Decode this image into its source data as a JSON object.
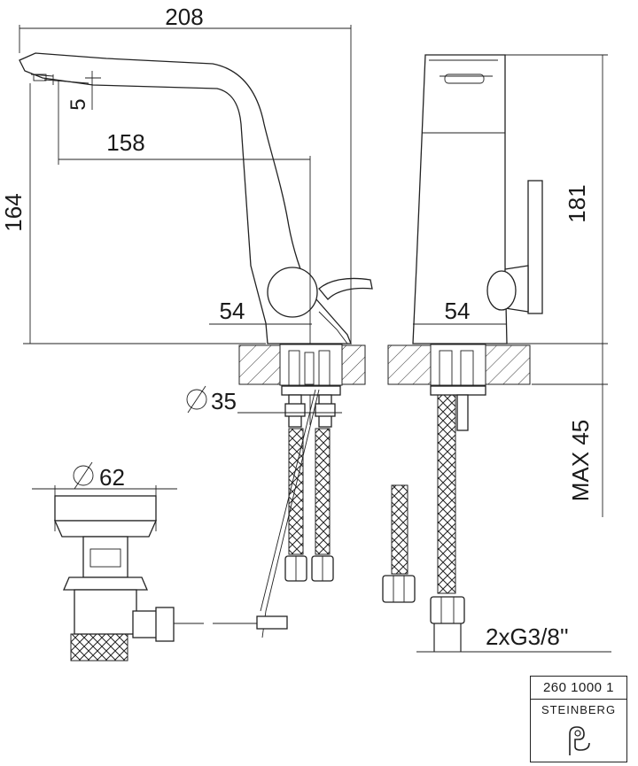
{
  "dimensions": {
    "total_width": "208",
    "spout_drop": "5",
    "spout_reach": "158",
    "height_side": "164",
    "height_front": "181",
    "base_side": "54",
    "base_front": "54",
    "fixing_hole": "35",
    "waste_diameter": "62",
    "max_thickness": "MAX 45",
    "connection": "2xG3/8''"
  },
  "title_block": {
    "code": "260 1000 1",
    "brand": "STEINBERG"
  }
}
